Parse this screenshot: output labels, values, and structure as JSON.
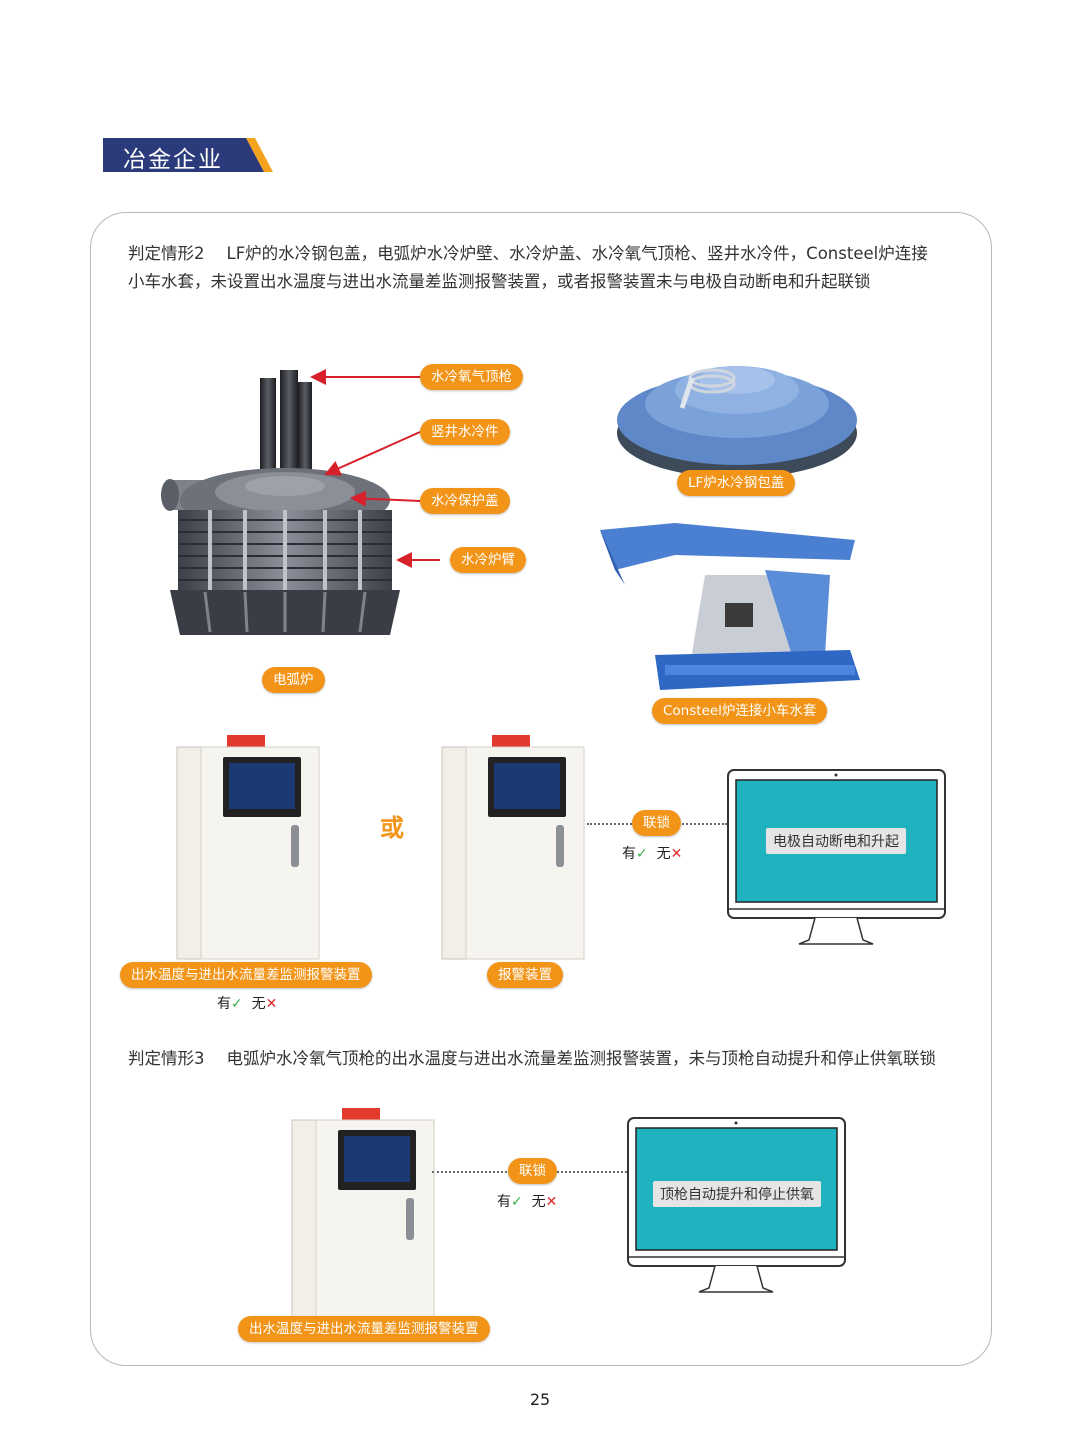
{
  "header": {
    "section_title": "冶金企业"
  },
  "case2": {
    "lead": "判定情形2",
    "text": "LF炉的水冷钢包盖，电弧炉水冷炉壁、水冷炉盖、水冷氧气顶枪、竖井水冷件，Consteel炉连接小车水套，未设置出水温度与进出水流量差监测报警装置，或者报警装置未与电极自动断电和升起联锁",
    "furnace_labels": {
      "oxygen_lance": "水冷氧气顶枪",
      "shaft": "竖井水冷件",
      "cover": "水冷保护盖",
      "wall": "水冷炉臂",
      "eaf": "电弧炉",
      "lf_cover": "LF炉水冷钢包盖",
      "consteel": "Consteel炉连接小车水套"
    },
    "cabinet1_label": "出水温度与进出水流量差监测报警装置",
    "or_text": "或",
    "cabinet2_label": "报警装置",
    "interlock_label": "联锁",
    "yes": "有",
    "no": "无",
    "monitor_text": "电极自动断电和升起"
  },
  "case3": {
    "lead": "判定情形3",
    "text": "电弧炉水冷氧气顶枪的出水温度与进出水流量差监测报警装置，未与顶枪自动提升和停止供氧联锁",
    "cabinet_label": "出水温度与进出水流量差监测报警装置",
    "interlock_label": "联锁",
    "yes": "有",
    "no": "无",
    "monitor_text": "顶枪自动提升和停止供氧"
  },
  "check_mark": "✓",
  "cross_mark": "✕",
  "page_number": "25",
  "colors": {
    "navy": "#2a3a7a",
    "orange": "#f29418",
    "screen": "#1fb3bf"
  }
}
